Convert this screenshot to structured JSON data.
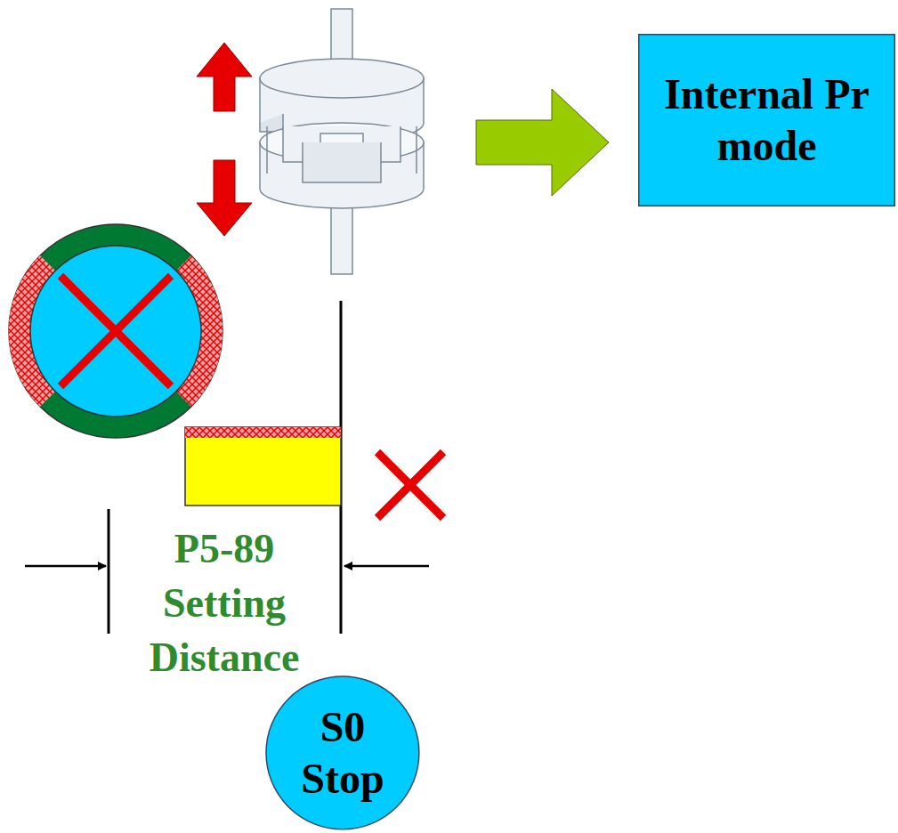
{
  "diagram": {
    "nodes": [
      {
        "text": [
          "Internal Pr mode"
        ]
      },
      {
        "text": [
          "S0 Stop"
        ]
      }
    ],
    "labels": [
      "P5-89 Setting Distance"
    ]
  }
}
